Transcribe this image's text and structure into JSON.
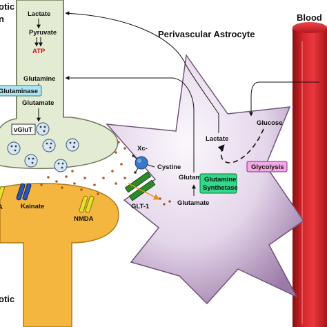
{
  "labels": {
    "presynaptic_fragment_1": "otic",
    "presynaptic_fragment_2": "n",
    "lactate_neuron": "Lactate",
    "pyruvate": "Pyruvate",
    "atp": "ATP",
    "glutamine_neuron": "Glutamine",
    "glutaminase": "Glutaminase",
    "glutamate_neuron": "Glutamate",
    "vglut": "vGluT",
    "kainate": "Kainate",
    "nmda": "NMDA",
    "ampa_fragment": "A",
    "postsynaptic_fragment": "otic",
    "astrocyte_title": "Perivascular Astrocyte",
    "blood_fragment": "Blood",
    "xc": "Xc-",
    "cystine": "Cystine",
    "glt1": "GLT-1",
    "glutamate_astro": "Glutamate",
    "glutamine_astro": "Glutamine",
    "glutamine_synthetase_line1": "Glutamine",
    "glutamine_synthetase_line2": "Synthetase",
    "lactate_astro": "Lactate",
    "glucose": "Glucose",
    "glycolysis": "Glycolysis"
  },
  "colors": {
    "presynaptic_fill": "#e3ecd3",
    "postsynaptic_fill": "#f5b640",
    "astrocyte_light": "#f7f1fb",
    "astrocyte_dark": "#9b7aa6",
    "blood_vessel": "#cf1d22",
    "glutaminase_box": "#aee3f1",
    "glutamine_synthetase_box": "#33d98a",
    "glycolysis_box": "#f2a8e4",
    "atp_text": "#d8141b",
    "transporter_green": "#2e8a2a",
    "receptor_yellow": "#e8df2a",
    "receptor_blue": "#2a55b0",
    "xc_transporter": "#3a78c8",
    "dots": "#b05a1d"
  }
}
